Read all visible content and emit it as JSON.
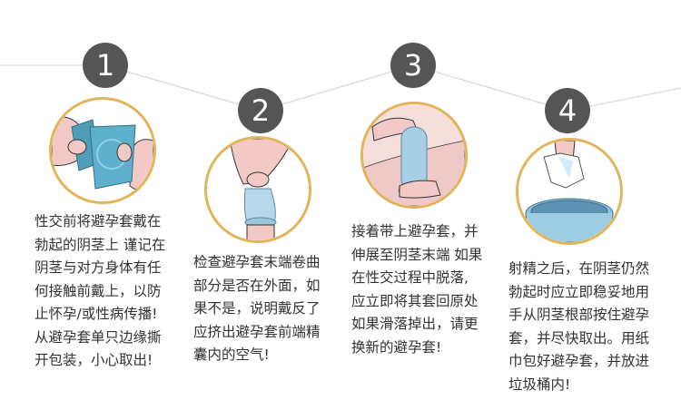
{
  "colors": {
    "badge_bg": "#555555",
    "badge_text": "#ffffff",
    "ring": "#e2b45a",
    "connector": "#d9d9d9",
    "text": "#333333",
    "condom_blue": "#5fb0cc",
    "skin": "#f3c9c6"
  },
  "steps": [
    {
      "number": "1",
      "illustration": "hands-tearing-condom-wrapper",
      "lines": [
        "性交前将避孕套戴在",
        "勃起的阴茎上 谨记在",
        "阴茎与对方身体有任",
        "何接触前戴上，以防",
        "止怀孕/或性病传播!",
        "从避孕套单只边缘撕",
        "开包装，小心取出!"
      ]
    },
    {
      "number": "2",
      "illustration": "pinching-condom-tip",
      "lines": [
        "检查避孕套末端卷曲",
        "部分是否在外面，如",
        "果不是，说明戴反了",
        "应挤出避孕套前端精",
        "囊内的空气!"
      ]
    },
    {
      "number": "3",
      "illustration": "unrolling-condom",
      "lines": [
        "接着带上避孕套，并",
        "伸展至阴茎末端 如果",
        "在性交过程中脱落,",
        "应立即将其套回原处",
        "如果滑落掉出，请更",
        "换新的避孕套!"
      ]
    },
    {
      "number": "4",
      "illustration": "tissue-over-trash-bin",
      "lines": [
        "射精之后，在阴茎仍然",
        "勃起时应立即稳妥地用",
        "手从阴茎根部按住避孕",
        "套，并尽快取出。用纸",
        "巾包好避孕套，并放进",
        "垃圾桶内!"
      ]
    }
  ]
}
